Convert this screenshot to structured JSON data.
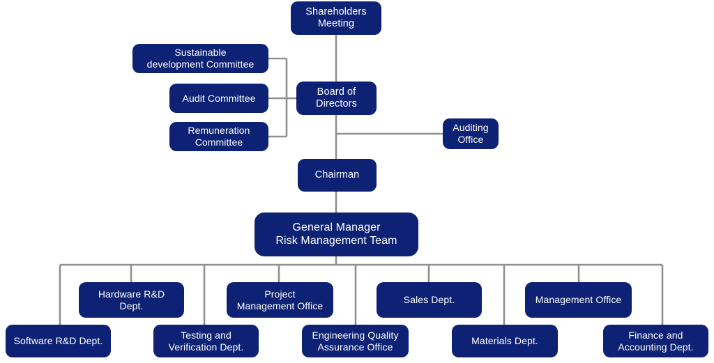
{
  "theme": {
    "node_fill": "#0d2274",
    "node_text": "#ffffff",
    "connector": "#909090",
    "background": "#ffffff"
  },
  "chart_title": "",
  "nodes": {
    "shareholders_meeting": "Shareholders\nMeeting",
    "board_of_directors": "Board of\nDirectors",
    "sustainable_development_committee": "Sustainable\ndevelopment Committee",
    "audit_committee": "Audit Committee",
    "remuneration_committee": "Remuneration\nCommittee",
    "auditing_office": "Auditing\nOffice",
    "chairman": "Chairman",
    "general_manager": "General Manager\nRisk Management Team",
    "software_rd_dept": "Software R&D Dept.",
    "hardware_rd_dept": "Hardware R&D\nDept.",
    "testing_and_verification_dept": "Testing and\nVerification Dept.",
    "project_management_office": "Project\nManagement Office",
    "engineering_quality_assurance_office": "Engineering Quality\nAssurance Office",
    "sales_dept": "Sales Dept.",
    "materials_dept": "Materials Dept.",
    "management_office": "Management Office",
    "finance_and_accounting_dept": "Finance and\nAccounting Dept."
  }
}
